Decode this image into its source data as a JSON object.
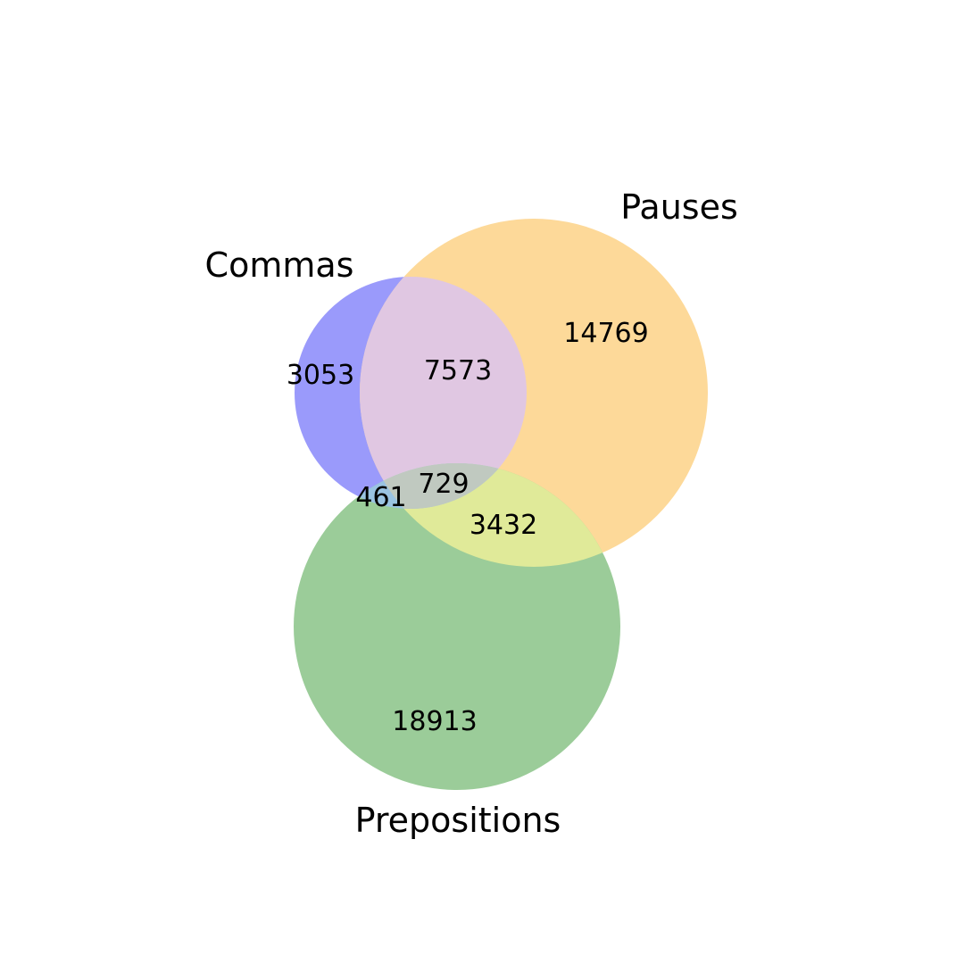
{
  "sets": [
    {
      "key": "commas",
      "label": "Commas",
      "color": "#9a9afb"
    },
    {
      "key": "pauses",
      "label": "Pauses",
      "color": "#fdd999"
    },
    {
      "key": "prepositions",
      "label": "Prepositions",
      "color": "#9bcc99"
    }
  ],
  "regions": {
    "commas_only": "3053",
    "pauses_only": "14769",
    "prepositions_only": "18913",
    "commas_pauses": "7573",
    "commas_prepositions": "461",
    "pauses_prepositions": "3432",
    "all_three": "729"
  },
  "region_colors": {
    "commas_pauses": "#e0c7e2",
    "pauses_prepositions": "#e0ea99",
    "commas_prepositions": "#9ac3e2",
    "all_three": "#c0c9c0"
  }
}
